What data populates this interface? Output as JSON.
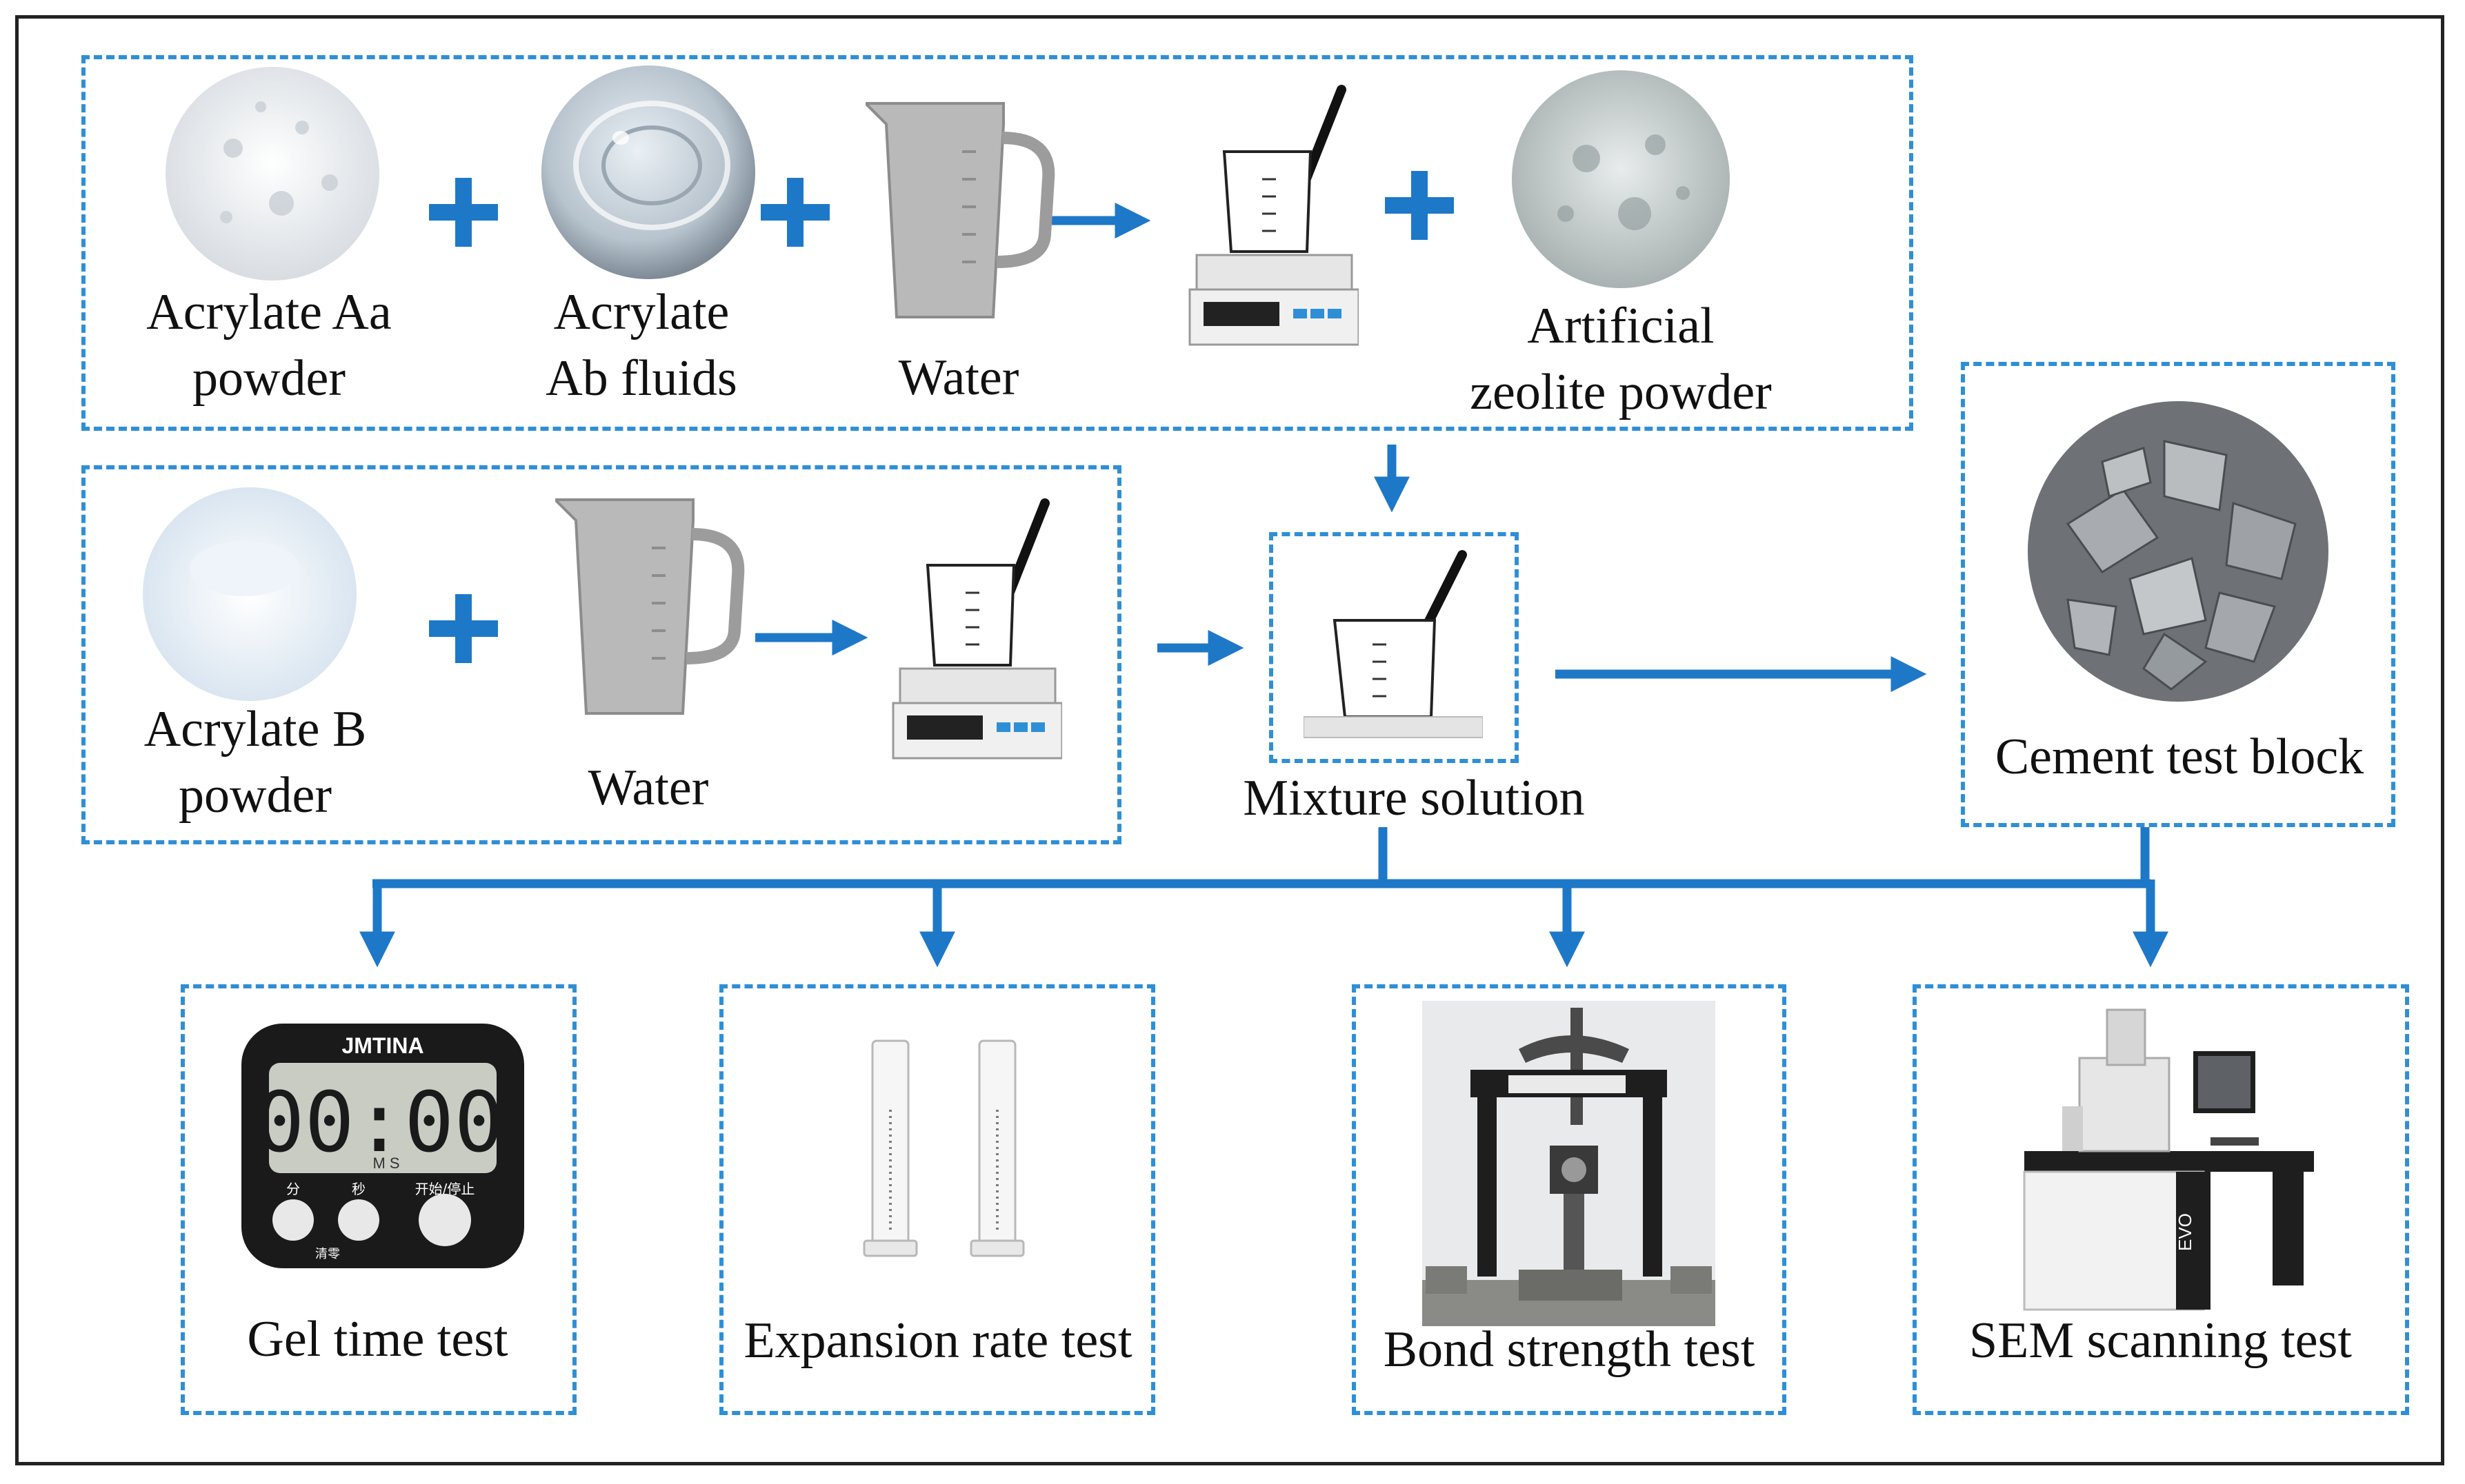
{
  "colors": {
    "accent_blue": "#1e78c8",
    "dashed_border": "#2f8fd6",
    "frame": "#222222",
    "text": "#111111"
  },
  "row1": {
    "acrylate_aa": [
      "Acrylate Aa",
      "powder"
    ],
    "acrylate_ab": [
      "Acrylate",
      "Ab fluids"
    ],
    "water": "Water",
    "zeolite": [
      "Artificial",
      "zeolite powder"
    ]
  },
  "row2": {
    "acrylate_b": [
      "Acrylate B",
      "powder"
    ],
    "water": "Water"
  },
  "mixture": "Mixture solution",
  "cement": "Cement test block",
  "tests": {
    "gel_time": "Gel time test",
    "expansion_rate": "Expansion rate test",
    "bond_strength": "Bond strength test",
    "sem": "SEM scanning test"
  },
  "timer": {
    "brand": "JMTINA",
    "display": "00:00",
    "units": "M  S",
    "buttons": [
      "分",
      "秒",
      "开始/停止"
    ],
    "clear": "清零"
  },
  "sem_logo": "EVO"
}
